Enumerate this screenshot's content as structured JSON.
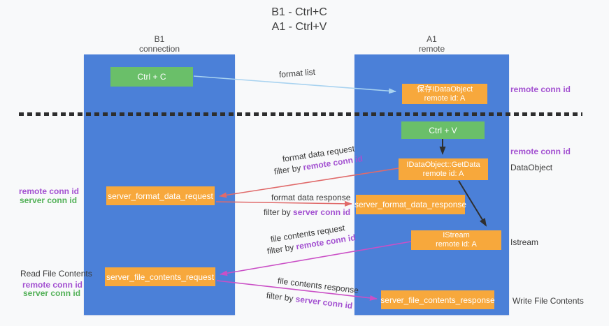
{
  "title": {
    "line1": "B1 - Ctrl+C",
    "line2": "A1 - Ctrl+V"
  },
  "lifelines": {
    "left": {
      "name": "B1",
      "role": "connection"
    },
    "right": {
      "name": "A1",
      "role": "remote"
    }
  },
  "boxes": {
    "ctrl_c": {
      "label": "Ctrl + C"
    },
    "save_dataobject": {
      "line1": "保存IDataObject",
      "line2": "remote id: A"
    },
    "ctrl_v": {
      "label": "Ctrl + V"
    },
    "getdata": {
      "line1": "IDataObject::GetData",
      "line2": "remote id: A"
    },
    "format_request": {
      "label": "server_format_data_request"
    },
    "format_response": {
      "label": "server_format_data_response"
    },
    "istream": {
      "line1": "IStream",
      "line2": "remote id: A"
    },
    "file_request": {
      "label": "server_file_contents_request"
    },
    "file_response": {
      "label": "server_file_contents_response"
    }
  },
  "arrows": {
    "format_list": {
      "label": "format list"
    },
    "format_data_request": {
      "label": "format data request",
      "filter_prefix": "filter by",
      "filter_key": "remote conn id"
    },
    "format_data_response": {
      "label": "format data response",
      "filter_prefix": "filter by",
      "filter_key": "server conn id"
    },
    "file_contents_request": {
      "label": "file contents request",
      "filter_prefix": "filter by",
      "filter_key": "remote conn id"
    },
    "file_contents_response": {
      "label": "file contents response",
      "filter_prefix": "filter by",
      "filter_key": "server conn id"
    }
  },
  "side_labels": {
    "right_top_remote_conn_id": "remote conn id",
    "right_mid_remote_conn_id": "remote conn id",
    "right_dataobject": "DataObject",
    "right_istream": "Istream",
    "right_write_file_contents": "Write File Contents",
    "left_top": {
      "remote": "remote conn id",
      "server": "server conn id"
    },
    "left_bottom": {
      "title": "Read File Contents",
      "remote": "remote conn id",
      "server": "server conn id"
    }
  },
  "colors": {
    "lifeline_blue": "#4b80d8",
    "action_green": "#6abf69",
    "message_orange": "#f7a83c",
    "remote_conn_id_purple": "#a351d1",
    "server_conn_id_green": "#53b158",
    "request_arrow_salmon": "#e06a6a",
    "contents_arrow_magenta": "#ca50c6",
    "format_list_arrow_blue": "#a9d3f0",
    "divider_black": "#2e2e2e"
  }
}
